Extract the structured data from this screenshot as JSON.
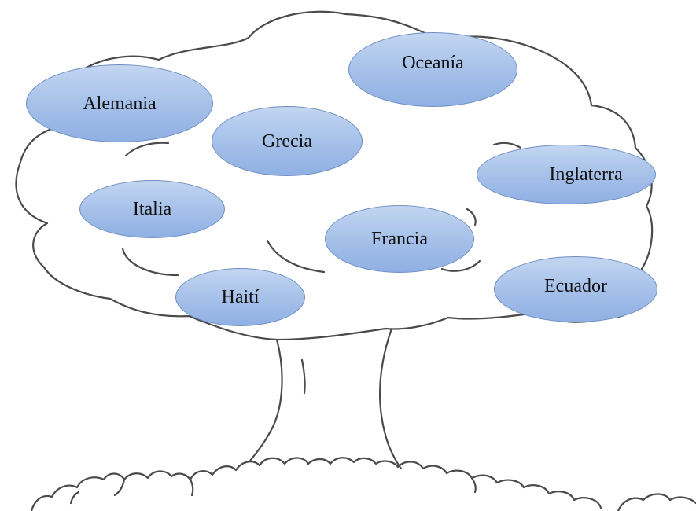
{
  "diagram": {
    "nodes": [
      {
        "id": "alemania",
        "label": "Alemania"
      },
      {
        "id": "oceania",
        "label": "Oceanía"
      },
      {
        "id": "grecia",
        "label": "Grecia"
      },
      {
        "id": "inglaterra",
        "label": "Inglaterra"
      },
      {
        "id": "italia",
        "label": "Italia"
      },
      {
        "id": "francia",
        "label": "Francia"
      },
      {
        "id": "haiti",
        "label": "Haití"
      },
      {
        "id": "ecuador",
        "label": "Ecuador"
      }
    ],
    "colors": {
      "bubble_fill": "#a9c3ea",
      "bubble_border": "#6f8fc2",
      "outline": "#4a4a4a"
    }
  }
}
